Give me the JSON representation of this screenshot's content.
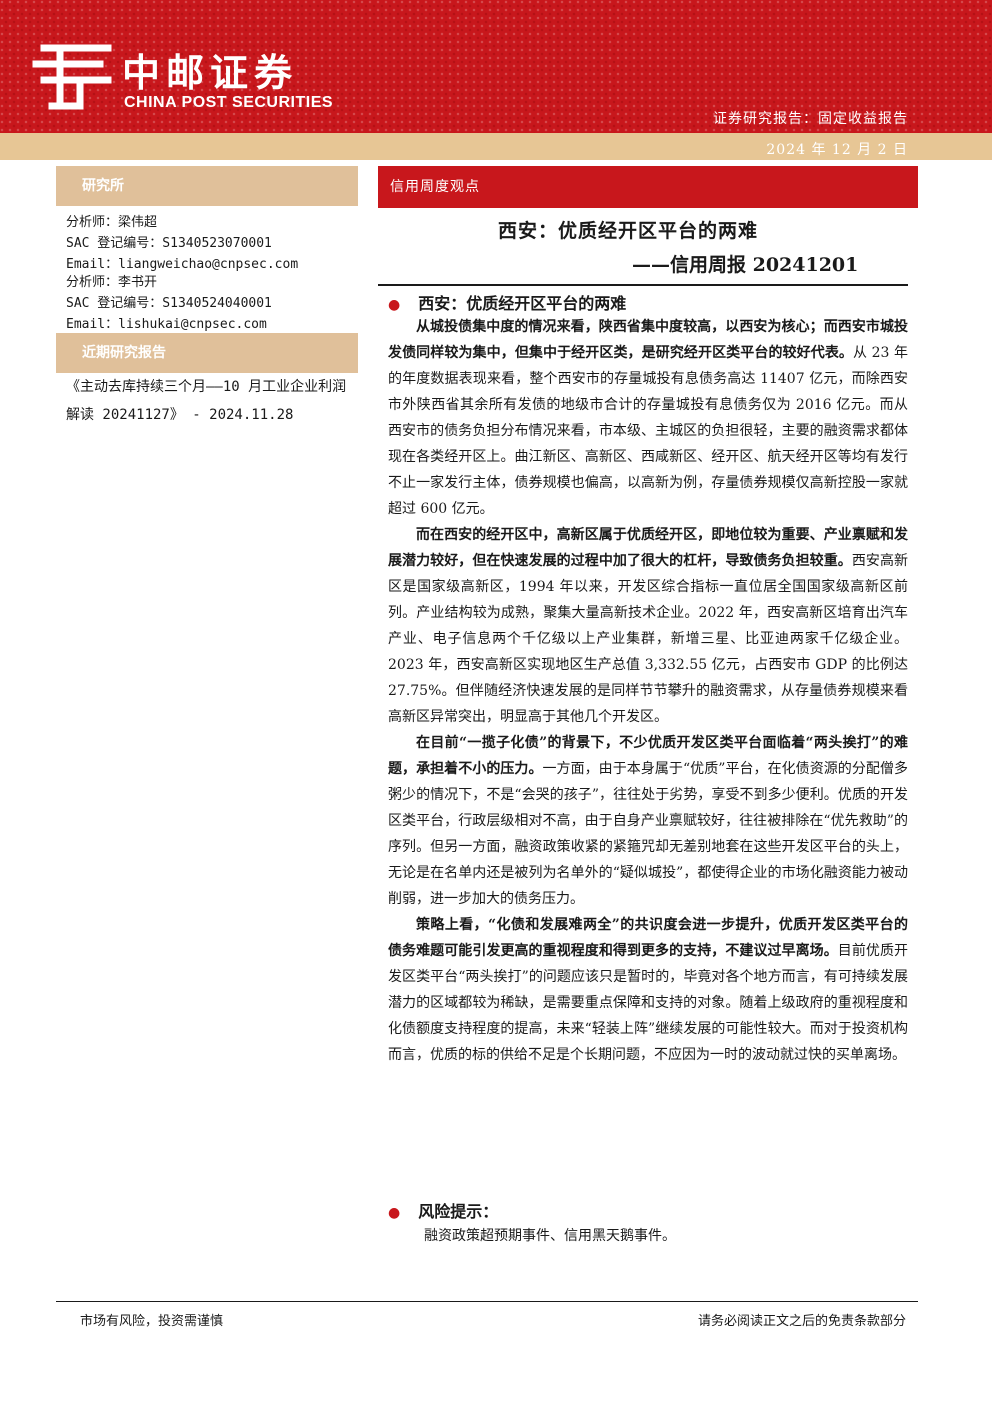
{
  "brand": {
    "name_cn": "中邮证券",
    "name_en": "CHINA POST SECURITIES",
    "color_primary": "#c8171c",
    "color_accent": "#e7c695",
    "logo_icon": "china-post-logo-icon"
  },
  "header": {
    "report_type": "证券研究报告：固定收益报告",
    "date": "2024 年 12 月 2 日"
  },
  "sidebar": {
    "institute_label": "研究所",
    "analysts": [
      {
        "name_line": "分析师：梁伟超",
        "sac_line": "SAC 登记编号：S1340523070001",
        "email_line": "Email：liangweichao@cnpsec.com"
      },
      {
        "name_line": "分析师：李书开",
        "sac_line": "SAC 登记编号：S1340524040001",
        "email_line": "Email：lishukai@cnpsec.com"
      }
    ],
    "recent_label": "近期研究报告",
    "recent_reports": [
      "《主动去库持续三个月——10 月工业企业利润解读 20241127》 - 2024.11.28"
    ]
  },
  "main": {
    "tag": "信用周度观点",
    "title": "西安：优质经开区平台的两难",
    "subtitle": "——信用周报 20241201",
    "section_heading": "西安：优质经开区平台的两难",
    "paragraphs": [
      {
        "bold": "从城投债集中度的情况来看，陕西省集中度较高，以西安为核心；而西安市城投发债同样较为集中，但集中于经开区类，是研究经开区类平台的较好代表。",
        "text": "从 23 年的年度数据表现来看，整个西安市的存量城投有息债务高达 11407 亿元，而除西安市外陕西省其余所有发债的地级市合计的存量城投有息债务仅为 2016 亿元。而从西安市的债务负担分布情况来看，市本级、主城区的负担很轻，主要的融资需求都体现在各类经开区上。曲江新区、高新区、西咸新区、经开区、航天经开区等均有发行不止一家发行主体，债券规模也偏高，以高新为例，存量债券规模仅高新控股一家就超过 600 亿元。"
      },
      {
        "bold": "而在西安的经开区中，高新区属于优质经开区，即地位较为重要、产业禀赋和发展潜力较好，但在快速发展的过程中加了很大的杠杆，导致债务负担较重。",
        "text": "西安高新区是国家级高新区，1994 年以来，开发区综合指标一直位居全国国家级高新区前列。产业结构较为成熟，聚集大量高新技术企业。2022 年，西安高新区培育出汽车产业、电子信息两个千亿级以上产业集群，新增三星、比亚迪两家千亿级企业。2023 年，西安高新区实现地区生产总值 3,332.55 亿元，占西安市 GDP 的比例达 27.75%。但伴随经济快速发展的是同样节节攀升的融资需求，从存量债券规模来看高新区异常突出，明显高于其他几个开发区。"
      },
      {
        "bold": "在目前“一揽子化债”的背景下，不少优质开发区类平台面临着“两头挨打”的难题，承担着不小的压力。",
        "text": "一方面，由于本身属于“优质”平台，在化债资源的分配僧多粥少的情况下，不是“会哭的孩子”，往往处于劣势，享受不到多少便利。优质的开发区类平台，行政层级相对不高，由于自身产业禀赋较好，往往被排除在“优先救助”的序列。但另一方面，融资政策收紧的紧箍咒却无差别地套在这些开发区平台的头上，无论是在名单内还是被列为名单外的“疑似城投”，都使得企业的市场化融资能力被动削弱，进一步加大的债务压力。"
      },
      {
        "bold": "策略上看，“化债和发展难两全”的共识度会进一步提升，优质开发区类平台的债务难题可能引发更高的重视程度和得到更多的支持，不建议过早离场。",
        "text": "目前优质开发区类平台“两头挨打”的问题应该只是暂时的，毕竟对各个地方而言，有可持续发展潜力的区域都较为稀缺，是需要重点保障和支持的对象。随着上级政府的重视程度和化债额度支持程度的提高，未来“轻装上阵”继续发展的可能性较大。而对于投资机构而言，优质的标的供给不足是个长期问题，不应因为一时的波动就过快的买单离场。"
      }
    ],
    "risk_heading": "风险提示：",
    "risk_text": "融资政策超预期事件、信用黑天鹅事件。"
  },
  "footer": {
    "left": "市场有风险，投资需谨慎",
    "right": "请务必阅读正文之后的免责条款部分"
  }
}
